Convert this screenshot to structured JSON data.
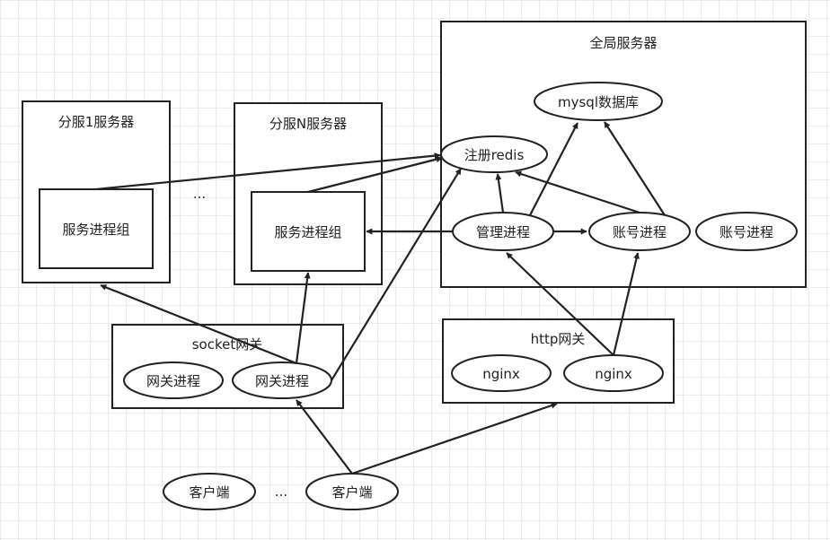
{
  "containers": {
    "global": "全局服务器",
    "shard1": "分服1服务器",
    "shardN": "分服N服务器",
    "socket_gateway": "socket网关",
    "http_gateway": "http网关"
  },
  "nodes": {
    "mysql": "mysql数据库",
    "redis": "注册redis",
    "manager": "管理进程",
    "account1": "账号进程",
    "account2": "账号进程",
    "service1": "服务进程组",
    "serviceN": "服务进程组",
    "gateway_proc1": "网关进程",
    "gateway_proc2": "网关进程",
    "nginx1": "nginx",
    "nginx2": "nginx",
    "client1": "客户端",
    "client2": "客户端"
  },
  "ellipsis": {
    "shards": "...",
    "clients": "..."
  },
  "edges": [
    {
      "from": "service1",
      "to": "redis"
    },
    {
      "from": "serviceN",
      "to": "redis"
    },
    {
      "from": "gateway_proc2",
      "to": "redis"
    },
    {
      "from": "manager",
      "to": "redis"
    },
    {
      "from": "account1",
      "to": "redis"
    },
    {
      "from": "manager",
      "to": "mysql"
    },
    {
      "from": "account1",
      "to": "mysql"
    },
    {
      "from": "manager",
      "to": "account1"
    },
    {
      "from": "manager",
      "to": "serviceN"
    },
    {
      "from": "gateway_proc2",
      "to": "service1"
    },
    {
      "from": "gateway_proc2",
      "to": "serviceN"
    },
    {
      "from": "nginx2",
      "to": "manager"
    },
    {
      "from": "nginx2",
      "to": "account1"
    },
    {
      "from": "client2",
      "to": "gateway_proc2"
    },
    {
      "from": "client2",
      "to": "http_gateway"
    }
  ]
}
